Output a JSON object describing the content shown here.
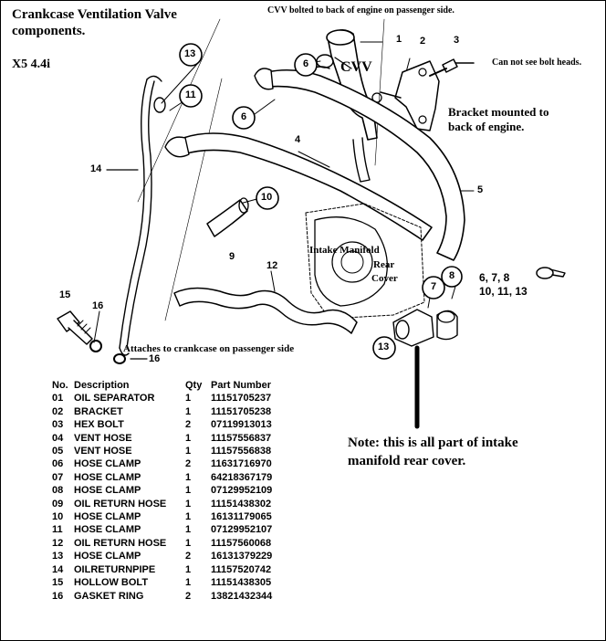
{
  "title": "Crankcase Ventilation Valve components.",
  "model": "X5 4.4i",
  "annotations": {
    "cvv_top": "CVV bolted to back of engine on passenger side.",
    "cvv": "CVV",
    "bolt_heads": "Can not see bolt heads.",
    "bracket": "Bracket mounted to back of engine.",
    "intake_manifold": "Intake Manifold",
    "rear": "Rear",
    "cover": "Cover",
    "crankcase": "Attaches to crankcase on passenger side",
    "note": "Note: this is all part of intake manifold rear cover."
  },
  "callouts": {
    "c1": "1",
    "c2": "2",
    "c3": "3",
    "c4": "4",
    "c5": "5",
    "c6a": "6",
    "c6b": "6",
    "c7": "7",
    "c8": "8",
    "c9": "9",
    "c10": "10",
    "c11": "11",
    "c12": "12",
    "c13a": "13",
    "c13b": "13",
    "c14": "14",
    "c15": "15",
    "c16a": "16",
    "c16b": "16",
    "group_line1": "6, 7, 8",
    "group_line2": "10, 11, 13"
  },
  "parts_table": {
    "headers": [
      "No.",
      "Description",
      "Qty",
      "Part Number"
    ],
    "rows": [
      {
        "no": "01",
        "desc": "OIL SEPARATOR",
        "qty": "1",
        "pn": "11151705237"
      },
      {
        "no": "02",
        "desc": "BRACKET",
        "qty": "1",
        "pn": "11151705238"
      },
      {
        "no": "03",
        "desc": "HEX BOLT",
        "qty": "2",
        "pn": "07119913013"
      },
      {
        "no": "04",
        "desc": "VENT HOSE",
        "qty": "1",
        "pn": "11157556837"
      },
      {
        "no": "05",
        "desc": "VENT HOSE",
        "qty": "1",
        "pn": "11157556838"
      },
      {
        "no": "06",
        "desc": "HOSE CLAMP",
        "qty": "2",
        "pn": "11631716970"
      },
      {
        "no": "07",
        "desc": "HOSE CLAMP",
        "qty": "1",
        "pn": "64218367179"
      },
      {
        "no": "08",
        "desc": "HOSE CLAMP",
        "qty": "1",
        "pn": "07129952109"
      },
      {
        "no": "09",
        "desc": "OIL RETURN HOSE",
        "qty": "1",
        "pn": "11151438302"
      },
      {
        "no": "10",
        "desc": "HOSE CLAMP",
        "qty": "1",
        "pn": "16131179065"
      },
      {
        "no": "11",
        "desc": "HOSE CLAMP",
        "qty": "1",
        "pn": "07129952107"
      },
      {
        "no": "12",
        "desc": "OIL RETURN HOSE",
        "qty": "1",
        "pn": "11157560068"
      },
      {
        "no": "13",
        "desc": "HOSE CLAMP",
        "qty": "2",
        "pn": "16131379229"
      },
      {
        "no": "14",
        "desc": "OILRETURNPIPE",
        "qty": "1",
        "pn": "11157520742"
      },
      {
        "no": "15",
        "desc": "HOLLOW BOLT",
        "qty": "1",
        "pn": "11151438305"
      },
      {
        "no": "16",
        "desc": "GASKET RING",
        "qty": "2",
        "pn": "13821432344"
      }
    ]
  }
}
